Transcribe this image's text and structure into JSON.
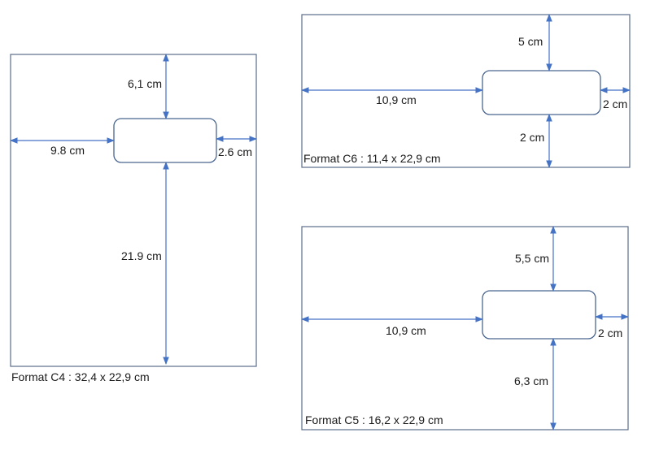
{
  "colors": {
    "arrow": "#4472c4",
    "frame": "#5a6f8c",
    "window": "#4a6690",
    "text": "#1a1a1a"
  },
  "c4": {
    "caption": "Format C4 : 32,4 x 22,9 cm",
    "top": "6,1 cm",
    "left": "9.8 cm",
    "right": "2.6 cm",
    "bottom": "21.9 cm"
  },
  "c6": {
    "caption": "Format C6 : 11,4 x 22,9 cm",
    "top": "5 cm",
    "left": "10,9 cm",
    "right": "2 cm",
    "bottom": "2 cm"
  },
  "c5": {
    "caption": "Format C5 : 16,2 x 22,9 cm",
    "top": "5,5 cm",
    "left": "10,9 cm",
    "right": "2 cm",
    "bottom": "6,3 cm"
  }
}
